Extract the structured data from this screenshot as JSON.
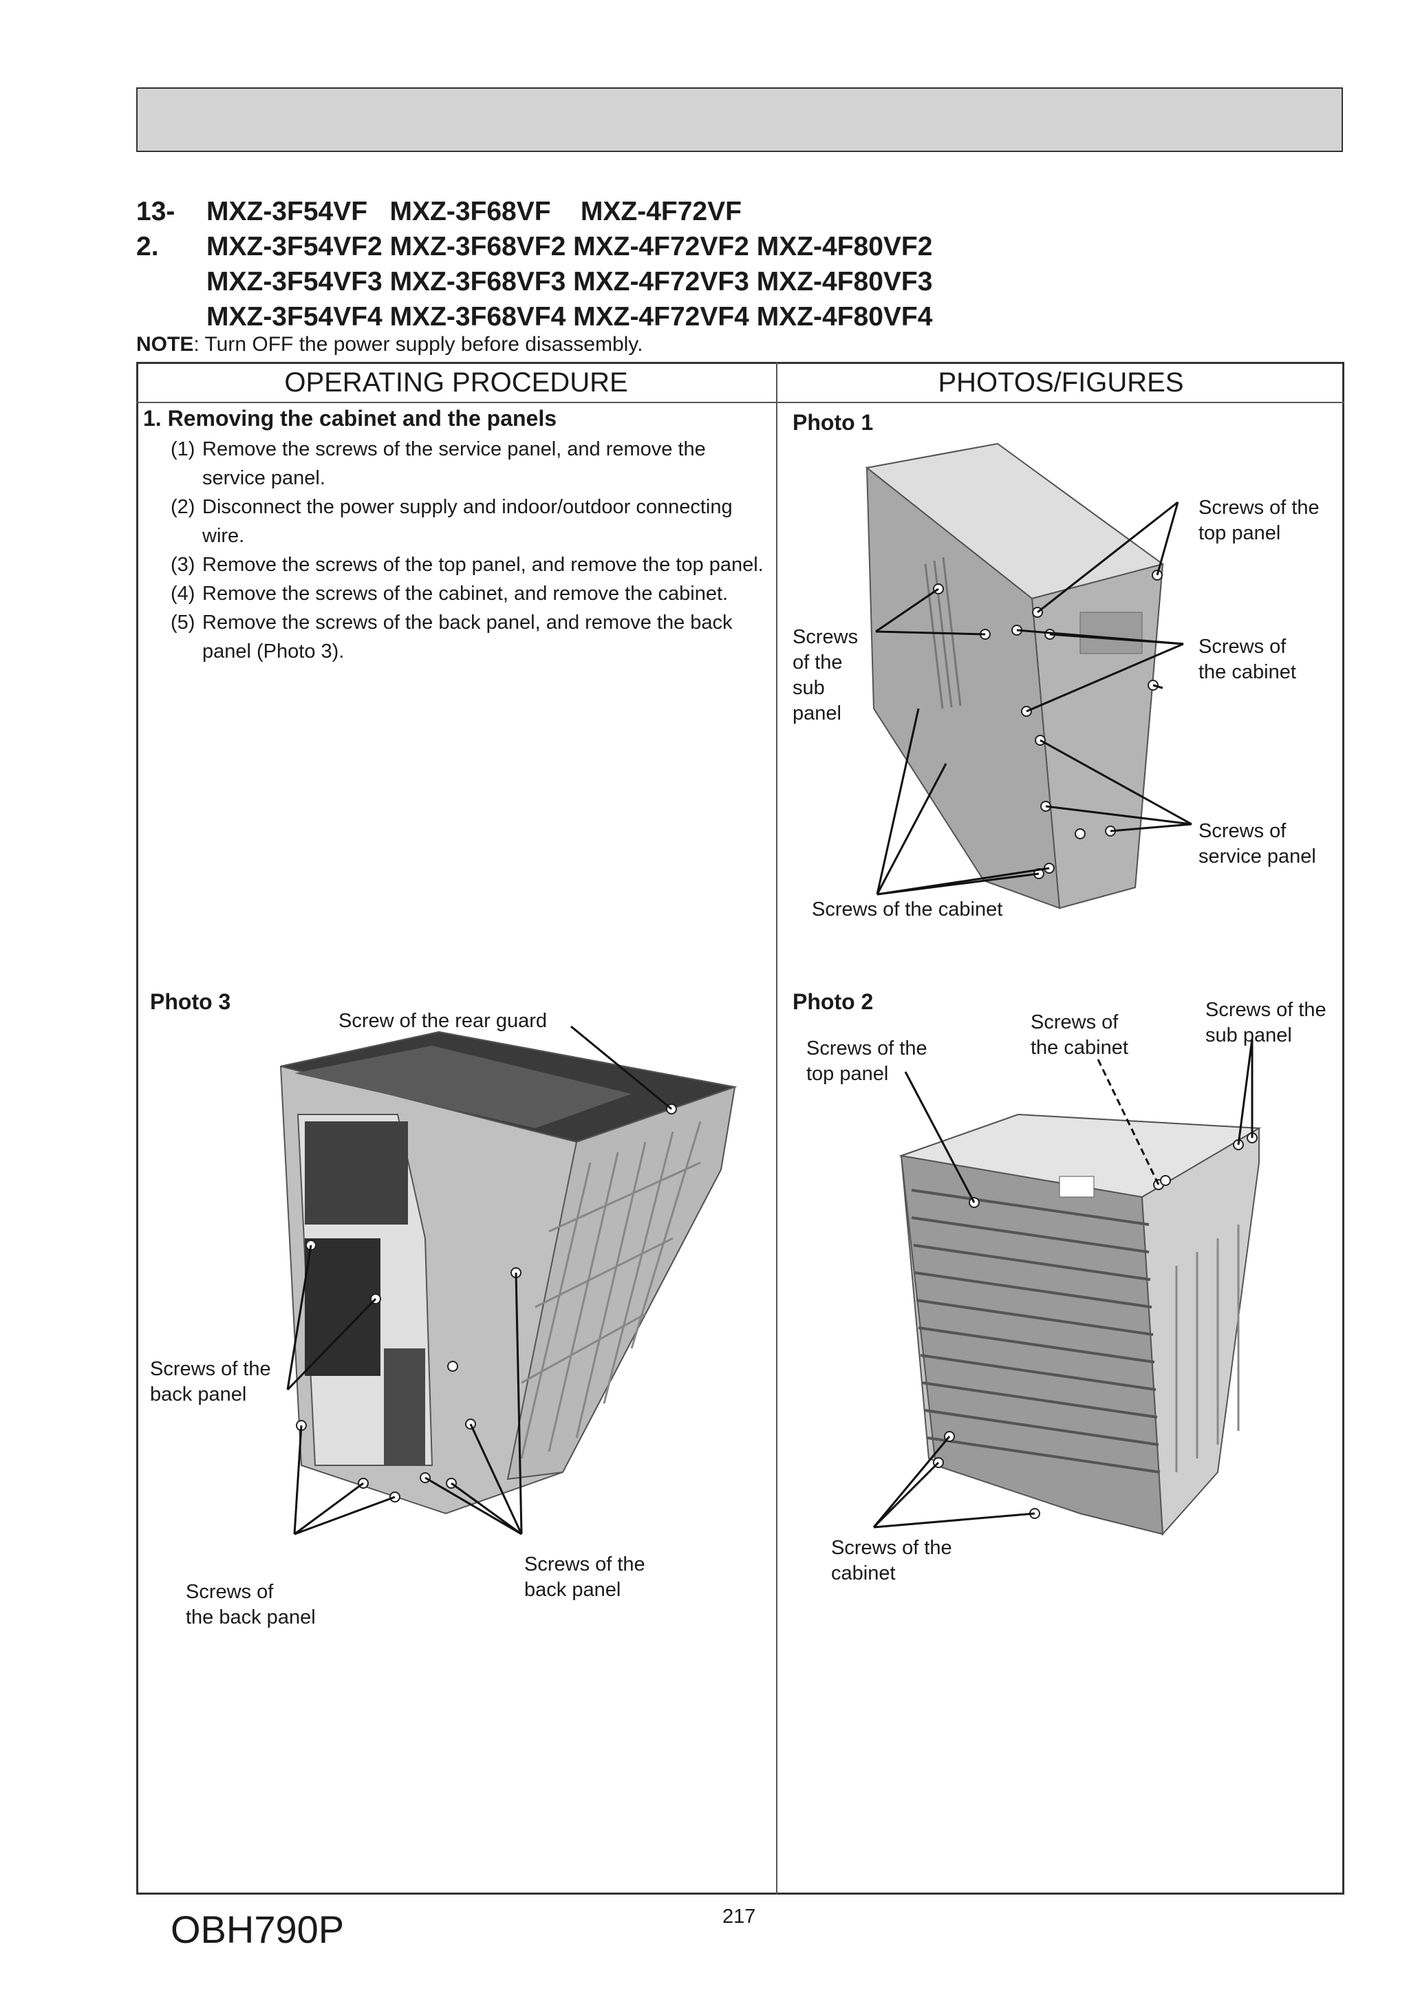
{
  "section": {
    "number": "13-2.",
    "model_rows": [
      "MXZ-3F54VF   MXZ-3F68VF    MXZ-4F72VF",
      "MXZ-3F54VF2 MXZ-3F68VF2 MXZ-4F72VF2 MXZ-4F80VF2",
      "MXZ-3F54VF3 MXZ-3F68VF3 MXZ-4F72VF3 MXZ-4F80VF3",
      "MXZ-3F54VF4 MXZ-3F68VF4 MXZ-4F72VF4 MXZ-4F80VF4"
    ]
  },
  "note": {
    "label": "NOTE",
    "text": ": Turn OFF the power supply before disassembly."
  },
  "table": {
    "col_left": "OPERATING PROCEDURE",
    "col_right": "PHOTOS/FIGURES",
    "section_title": "1. Removing the cabinet and the panels",
    "steps": [
      {
        "num": "(1)",
        "text": "Remove the screws of the service panel, and remove the service panel."
      },
      {
        "num": "(2)",
        "text": "Disconnect the power supply and indoor/outdoor connecting wire."
      },
      {
        "num": "(3)",
        "text": "Remove the screws of the top panel, and remove the top panel."
      },
      {
        "num": "(4)",
        "text": "Remove the screws of the cabinet, and remove the cabinet."
      },
      {
        "num": "(5)",
        "text": "Remove the screws of the back panel, and remove the back panel (Photo 3)."
      }
    ]
  },
  "photo1": {
    "label": "Photo 1",
    "callouts": {
      "top_panel": "Screws of the\ntop panel",
      "cabinet": "Screws of\nthe cabinet",
      "sub_panel": "Screws\nof the\nsub\npanel",
      "service_panel": "Screws of\nservice panel",
      "cabinet_bottom": "Screws of the cabinet"
    }
  },
  "photo2": {
    "label": "Photo 2",
    "callouts": {
      "top_panel": "Screws of the\ntop panel",
      "cabinet": "Screws of\nthe cabinet",
      "sub_panel": "Screws of the\nsub panel",
      "cabinet_bottom": "Screws of the\ncabinet"
    }
  },
  "photo3": {
    "label": "Photo 3",
    "callouts": {
      "rear_guard": "Screw of the rear guard",
      "back_panel_left": "Screws of the\nback panel",
      "back_panel_bottom_left": "Screws of\nthe back panel",
      "back_panel_bottom_right": "Screws of the\nback panel"
    }
  },
  "footer": {
    "code": "OBH790P",
    "page": "217"
  },
  "colors": {
    "banner": "#d4d4d4",
    "border": "#333333",
    "photo_fill": "#bdbdbd"
  }
}
